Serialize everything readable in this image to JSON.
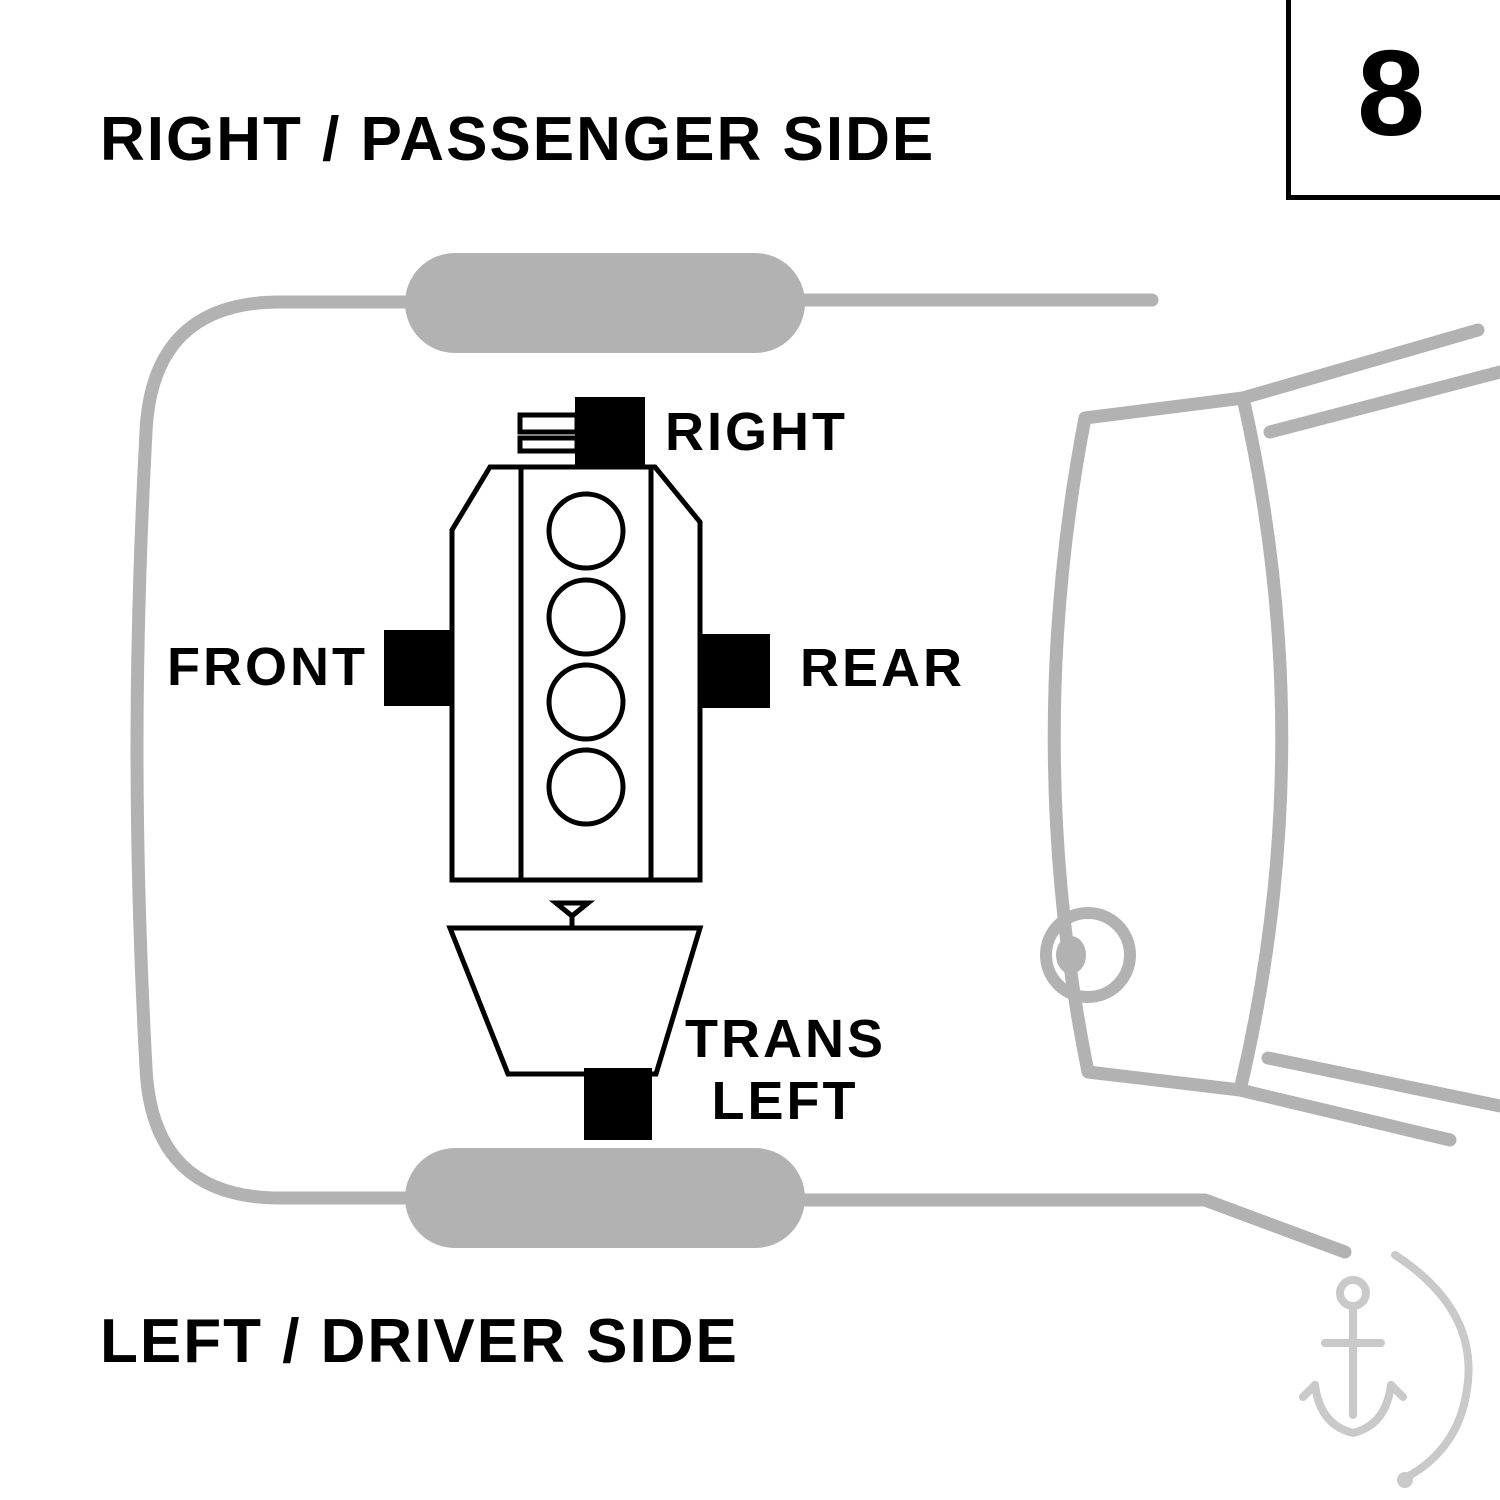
{
  "header": {
    "title": "RIGHT / PASSENGER SIDE"
  },
  "footer": {
    "title": "LEFT / DRIVER SIDE"
  },
  "figure": {
    "number": "8"
  },
  "mounts": {
    "right_label": "RIGHT",
    "front_label": "FRONT",
    "rear_label": "REAR",
    "trans_label_line1": "TRANS",
    "trans_label_line2": "LEFT"
  },
  "icons": {
    "watermark": "anchor-logo-icon"
  },
  "colors": {
    "ink": "#000000",
    "car_outline": "#b2b2b2",
    "watermark": "#c9c9c9",
    "background": "#ffffff"
  }
}
